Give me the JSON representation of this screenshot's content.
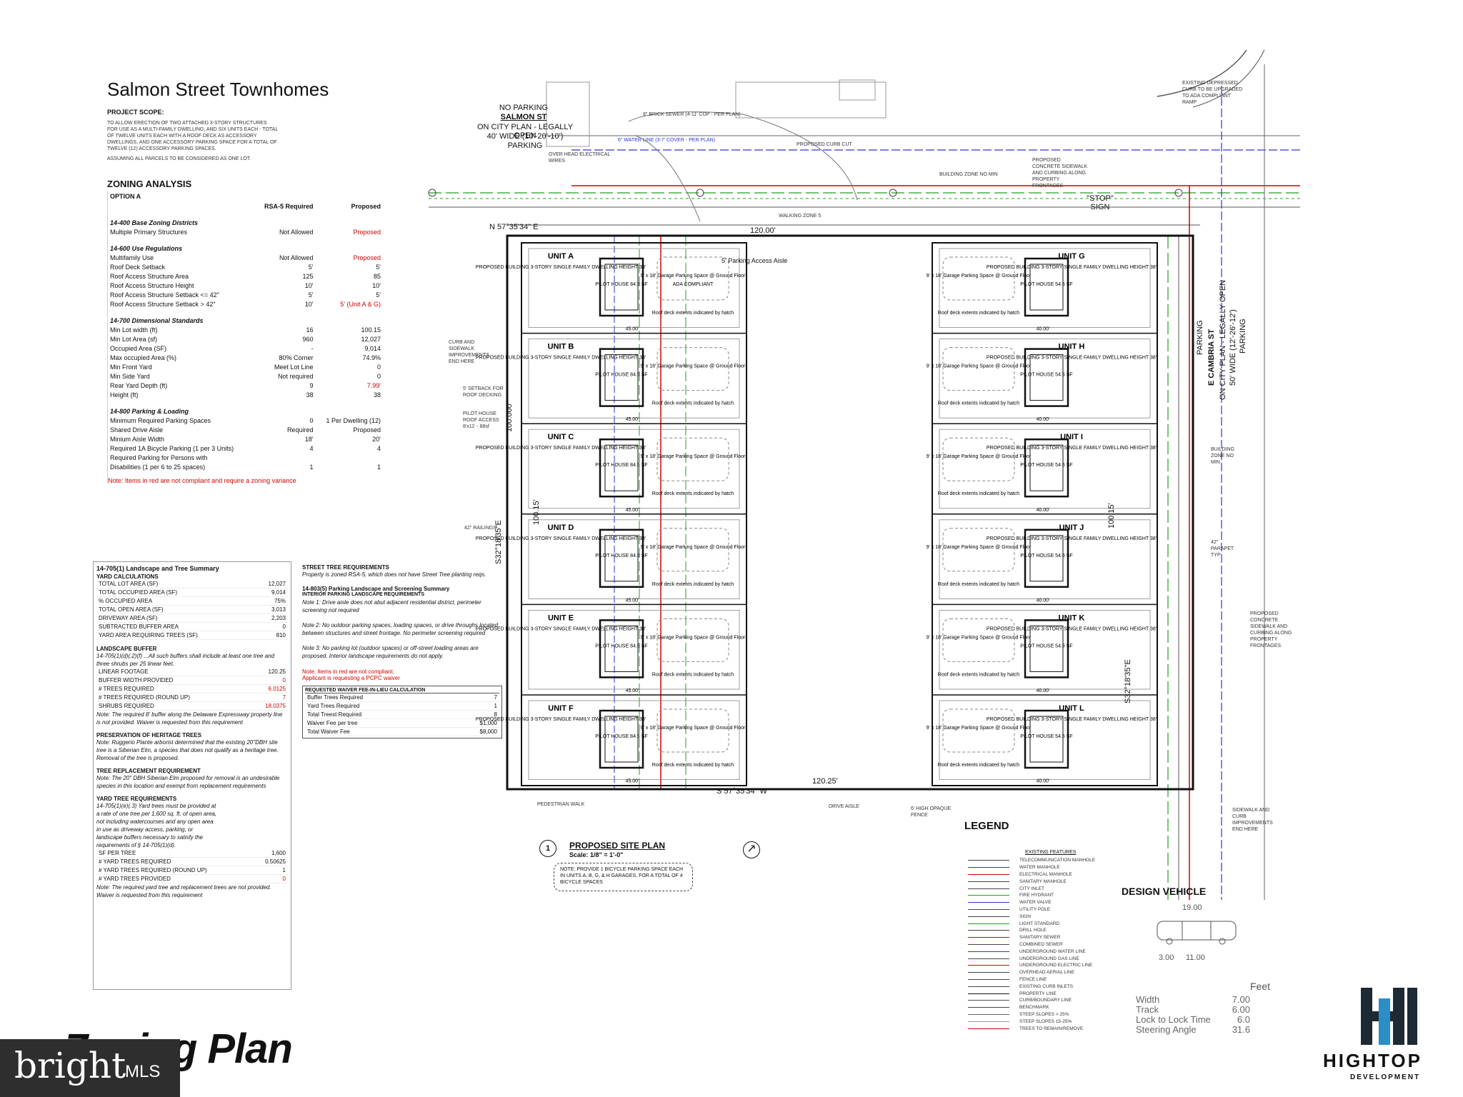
{
  "project": {
    "title": "Salmon Street Townhomes",
    "scope_label": "PROJECT SCOPE:",
    "scope_text": "TO ALLOW ERECTION OF TWO ATTACHED 3-STORY STRUCTURES FOR USE AS A MULTI-FAMILY DWELLING; AND SIX UNITS EACH - TOTAL OF TWELVE UNITS EACH WITH A ROOF DECK AS ACCESSORY DWELLINGS, AND ONE ACCESSORY PARKING SPACE FOR A TOTAL OF TWELVE (12) ACCESSORY PARKING SPACES.",
    "scope_note": "ASSUMING ALL PARCELS TO BE CONSIDERED AS ONE LOT."
  },
  "zoning": {
    "heading": "ZONING ANALYSIS",
    "option": "OPTION A",
    "col_required": "RSA-5 Required",
    "col_proposed": "Proposed",
    "groups": [
      {
        "title": "14-400 Base Zoning Districts",
        "rows": [
          {
            "label": "Multiple Primary Structures",
            "req": "Not Allowed",
            "prop": "Proposed",
            "red": true
          }
        ]
      },
      {
        "title": "14-600 Use Regulations",
        "rows": [
          {
            "label": "Multifamily Use",
            "req": "Not Allowed",
            "prop": "Proposed",
            "red": true
          },
          {
            "label": "Roof Deck Setback",
            "req": "5'",
            "prop": "5'",
            "red": false
          },
          {
            "label": "Roof Access Structure Area",
            "req": "125",
            "prop": "85",
            "red": false
          },
          {
            "label": "Roof Access Structure Height",
            "req": "10'",
            "prop": "10'",
            "red": false
          },
          {
            "label": "Roof Access Structure Setback <= 42\"",
            "req": "5'",
            "prop": "5'",
            "red": false
          },
          {
            "label": "Roof Access Structure Setback > 42\"",
            "req": "10'",
            "prop": "5' (Unit A & G)",
            "red": true
          }
        ]
      },
      {
        "title": "14-700 Dimensional Standards",
        "rows": [
          {
            "label": "Min Lot width (ft)",
            "req": "16",
            "prop": "100.15",
            "red": false
          },
          {
            "label": "Min Lot Area (sf)",
            "req": "960",
            "prop": "12,027",
            "red": false
          },
          {
            "label": "Occupied Area (SF)",
            "req": "-",
            "prop": "9,014",
            "red": false
          },
          {
            "label": "Max occupied Area (%)",
            "req": "80% Corner",
            "prop": "74.9%",
            "red": false
          },
          {
            "label": "Min Front Yard",
            "req": "Meet Lot Line",
            "prop": "0",
            "red": false
          },
          {
            "label": "Min Side Yard",
            "req": "Not required",
            "prop": "0",
            "red": false
          },
          {
            "label": "Rear Yard Depth (ft)",
            "req": "9",
            "prop": "7.99'",
            "red": true
          },
          {
            "label": "Height (ft)",
            "req": "38",
            "prop": "38",
            "red": false
          }
        ]
      },
      {
        "title": "14-800 Parking & Loading",
        "rows": [
          {
            "label": "Minimum Required Parking Spaces",
            "req": "0",
            "prop": "1 Per Dwelling (12)",
            "red": false
          },
          {
            "label": "Shared Drive Aisle",
            "req": "Required",
            "prop": "Proposed",
            "red": false
          },
          {
            "label": "Minium Aisle Width",
            "req": "18'",
            "prop": "20'",
            "red": false
          },
          {
            "label": "Required 1A Bicycle Parking (1 per 3 Units)",
            "req": "4",
            "prop": "4",
            "red": false
          },
          {
            "label": "Required Parking for Persons with",
            "req": "",
            "prop": "",
            "red": false
          },
          {
            "label": "Disabilities (1 per 6 to 25 spaces)",
            "req": "1",
            "prop": "1",
            "red": false
          }
        ]
      }
    ],
    "note": "Note: Items in red are not compliant and require a zoning variance"
  },
  "landscape": {
    "heading": "14-705(1) Landscape and Tree Summary",
    "yard_calc": "YARD CALCULATIONS",
    "rows": [
      {
        "label": "TOTAL LOT AREA (SF)",
        "value": "12,027",
        "red": false
      },
      {
        "label": "TOTAL OCCUPIED AREA (SF)",
        "value": "9,014",
        "red": false
      },
      {
        "label": "% OCCUPIED AREA",
        "value": "75%",
        "red": false
      },
      {
        "label": "TOTAL OPEN AREA (SF)",
        "value": "3,013",
        "red": false
      },
      {
        "label": "DRIVEWAY AREA (SF)",
        "value": "2,203",
        "red": false
      },
      {
        "label": "SUBTRACTED BUFFER AREA",
        "value": "0",
        "red": false
      },
      {
        "label": "YARD AREA REQUIRING TREES (SF)",
        "value": "810",
        "red": false
      }
    ],
    "buffer_heading": "LANDSCAPE BUFFER",
    "buffer_note": "14-705(1)(d)(.2)(f) ...All such buffers shall include at least one tree and three shrubs per 25 linear feet.",
    "buffer_rows": [
      {
        "label": "LINEAR FOOTAGE",
        "value": "120.25",
        "red": false
      },
      {
        "label": "BUFFER WIDTH PROVIDED",
        "value": "0",
        "red": true
      },
      {
        "label": "# TREES REQUIRED",
        "value": "6.0125",
        "red": true
      },
      {
        "label": "# TREES REQUIRED (ROUND UP)",
        "value": "7",
        "red": true
      },
      {
        "label": "SHRUBS REQUIRED",
        "value": "18.0375",
        "red": true
      }
    ],
    "buffer_note2": "Note: The required 8' buffer along the Delaware Expressway property line is not provided. Waiver is requested from this requirement",
    "heritage_heading": "PRESERVATION OF HERITAGE TREES",
    "heritage_note": "Note: Ruggerio Plante arborist determined that the existing 20\"DBH site tree is a Siberian Elm, a species that does not qualify as a heritage tree. Removal of the tree is proposed.",
    "replacement_heading": "TREE REPLACEMENT REQUIREMENT",
    "replacement_note": "Note: The 20\" DBH Siberian Elm proposed for removal is an undesirable species in this location and exempt from replacement requirements",
    "yard_heading": "YARD TREE REQUIREMENTS",
    "yard_note": "14-705(1)(e)(.3) Yard trees must be provided at a rate of one tree per 1,600 sq. ft. of open area, not including watercourses and any open area in use as driveway access, parking, or landscape buffers necessary to satisfy the requirements of § 14-705(1)(d).",
    "yard_rows": [
      {
        "label": "SF PER TREE",
        "value": "1,600",
        "red": false
      },
      {
        "label": "# YARD TREES REQUIRED",
        "value": "0.50625",
        "red": false
      },
      {
        "label": "# YARD TREES REQUIRED (ROUND UP)",
        "value": "1",
        "red": false
      },
      {
        "label": "# YARD TREES PROVIDED",
        "value": "0",
        "red": true
      }
    ],
    "yard_note2": "Note: The required yard tree and replacement trees are not provided. Waiver is requested from this requirement"
  },
  "street": {
    "heading": "STREET TREE REQUIREMENTS",
    "text": "Property is zoned RSA-5, which does not have Street Tree planting reqs.",
    "parking_heading": "14-803(5) Parking Landscape and Screening Summary",
    "interior_heading": "INTERIOR PARKING LANDSCAPE REQUIREMENTS",
    "note1": "Note 1: Drive aisle does not abut adjacent residential district, perimeter screening not required",
    "note2": "Note 2: No outdoor parking spaces, loading spaces, or drive throughs located between structures and street frontage. No perimeter screening required",
    "note3": "Note 3: No parking lot (outdoor spaces) or off-street loading areas are proposed. Interior landscape requirements do not apply.",
    "red_note1": "Note: Items in red are not compliant.",
    "red_note2": "Applicant is requesting a PCPC waiver",
    "waiver_heading": "REQUESTED WAIVER FEE-IN-LIEU CALCULATION",
    "waiver_rows": [
      {
        "label": "Buffer Trees Required",
        "value": "7"
      },
      {
        "label": "Yard Trees Required",
        "value": "1"
      },
      {
        "label": "Total Treest Required",
        "value": "8"
      },
      {
        "label": "Waiver Fee per tree",
        "value": "$1,000"
      },
      {
        "label": "Total Waiver Fee",
        "value": "$8,000"
      }
    ]
  },
  "plan": {
    "no_parking_1": "NO PARKING",
    "street_name": "SALMON ST",
    "street_desc_1": "ON CITY PLAN - LEGALLY OPEN",
    "street_desc_2": "40' WIDE (10'-20'-10')",
    "street_desc_3": "PARKING",
    "overhead": "OVER HEAD ELECTRICAL WIRES",
    "water_main": "6\" WATER LINE (3-7' COVER - PER PLAN)",
    "sewer": "8\" BRICK SEWER (4-11' COP - PER PLAN)",
    "bearing_top": "N 57°35'34\" E",
    "dist_top": "120.00'",
    "bearing_bottom": "S 57°35'34\" W",
    "dist_bottom": "120.25'",
    "bearing_left": "S32°18'35\"E",
    "dist_left": "100.15'",
    "dist_left2": "100.000'",
    "bearing_right": "S32°18'35\"E",
    "dist_right": "100.15'",
    "stop_sign": "\"STOP\" SIGN",
    "parapet": "42\" PARAPET TYP",
    "building_zone": "BUILDING ZONE NO MIN",
    "walking_zone": "WALKING ZONE 5",
    "pedestrian_walk": "PEDESTRIAN WALK",
    "drive_aisle": "DRIVE AISLE",
    "hi_fence": "6' HIGH OPAQUE FENCE",
    "existing_depressed": "EXISTING DEPRESSED CURB TO BE UPGRADED TO ADA COMPLIANT RAMP",
    "proposed_curb": "PROPOSED CURB CUT",
    "proposed_concrete": "PROPOSED CONCRETE SIDEWALK AND CURBING ALONG PROPERTY FRONTAGES",
    "proposed_concrete2": "PROPOSED CONCRETE SIDEWALK AND CURBING ALONG PROPERTY FRONTAGES",
    "sidewalk_improvements": "SIDEWALK AND CURB IMPROVEMENTS END HERE",
    "curb_sidewalk_left": "CURB AND SIDEWALK IMPROVEMENTS END HERE",
    "setback_roof": "5' SETBACK FOR ROOF DECKING",
    "pilot_access": "PILOT HOUSE ROOF ACCESS 8'x11' - 88sf",
    "railings": "42\" RAILINGS",
    "cambria_1": "E CAMBRIA ST",
    "cambria_2": "ON CITY PLAN - LEGALLY OPEN",
    "cambria_3": "50' WIDE (12'-26'-12')",
    "cambria_4": "PARKING",
    "parking_label": "PARKING",
    "ada_aisle": "5' Parking Access Aisle",
    "units_left": [
      {
        "name": "UNIT A",
        "ada": true
      },
      {
        "name": "UNIT B",
        "ada": false
      },
      {
        "name": "UNIT C",
        "ada": false
      },
      {
        "name": "UNIT D",
        "ada": false
      },
      {
        "name": "UNIT E",
        "ada": false
      },
      {
        "name": "UNIT F",
        "ada": false
      }
    ],
    "units_right": [
      {
        "name": "UNIT G"
      },
      {
        "name": "UNIT H"
      },
      {
        "name": "UNIT I"
      },
      {
        "name": "UNIT J"
      },
      {
        "name": "UNIT K"
      },
      {
        "name": "UNIT L"
      }
    ],
    "unit_desc": "PROPOSED BUILDING 3-STORY SINGLE FAMILY DWELLING HEIGHT 38'",
    "pilot_left": "PILOT HOUSE 84.5 SF",
    "pilot_right": "PILOT HOUSE 54.5 SF",
    "garage": "9' x 18' Garage Parking Space @ Ground Floor",
    "ada_compliant": "ADA COMPLIANT",
    "roof_deck": "Roof deck extents indicated by hatch",
    "unit_width": "45.00'",
    "unit_width_r": "40.00'",
    "site_plan_title": "PROPOSED SITE PLAN",
    "site_plan_scale": "Scale: 1/8\" = 1'-0\"",
    "site_plan_num": "1",
    "bike_note": "NOTE: PROVIDE 1 BICYCLE PARKING SPACE EACH IN UNITS A, B, G, & H GARAGES, FOR A TOTAL OF 4 BICYCLE SPACES"
  },
  "legend": {
    "heading": "LEGEND",
    "sub": "EXISTING FEATURES",
    "items": [
      "TELECOMMUNICATION MANHOLE",
      "WATER MANHOLE",
      "ELECTRICAL MANHOLE",
      "SANITARY MANHOLE",
      "CITY INLET",
      "FIRE HYDRANT",
      "WATER VALVE",
      "UTILITY POLE",
      "SIGN",
      "LIGHT STANDARD",
      "DRILL HOLE",
      "SANITARY SEWER",
      "COMBINED SEWER",
      "UNDERGROUND WATER LINE",
      "UNDERGROUND GAS LINE",
      "UNDERGROUND ELECTRIC LINE",
      "OVERHEAD AERIAL LINE",
      "FENCE LINE",
      "EXISTING CURB INLETS",
      "PROPERTY LINE",
      "CURB/BOUNDARY LINE",
      "BENCHMARK",
      "STEEP SLOPES > 25%",
      "STEEP SLOPES 15-25%",
      "TREES TO REMAIN/REMOVE"
    ]
  },
  "design_vehicle": {
    "heading": "DESIGN VEHICLE",
    "length": "19.00",
    "dims_a": "3.00",
    "dims_b": "11.00",
    "unit": "Feet",
    "rows": [
      {
        "label": "Width",
        "value": "7.00"
      },
      {
        "label": "Track",
        "value": "6.00"
      },
      {
        "label": "Lock to Lock Time",
        "value": "6.0"
      },
      {
        "label": "Steering Angle",
        "value": "31.6"
      }
    ]
  },
  "footer": {
    "zoning_plan": "Zoning Plan",
    "bright": "bright",
    "mls": "MLS",
    "company": "HIGHTOP",
    "company_sub": "DEVELOPMENT"
  },
  "colors": {
    "red": "#d40000",
    "green": "#1fa01f",
    "blue": "#2a36d6",
    "gray": "#666666"
  }
}
